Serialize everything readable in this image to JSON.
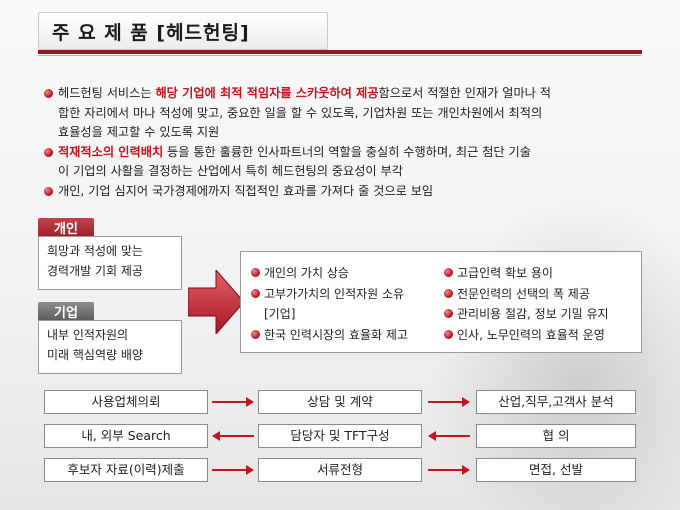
{
  "title": "주 요 제 품 [헤드헌팅]",
  "bullets": [
    {
      "pre": "헤드헌팅 서비스는 ",
      "highlight": "해당 기업에 최적 적임자를 스카웃하여 제공",
      "post": "함으로서 적절한 인재가 얼마나 적",
      "cont": [
        "합한 자리에서 마나 적성에 맞고, 중요한 일을 할 수 있도록, 기업차원 또는 개인차원에서 최적의",
        "효율성을 제고할 수 있도록 지원"
      ]
    },
    {
      "pre": "",
      "highlight": "적재적소의 인력배치",
      "post": " 등을 통한 훌륭한 인사파트너의 역할을 충실히 수행하며, 최근 첨단 기술",
      "cont": [
        "이 기업의 사활을 결정하는 산업에서 특히 헤드헌팅의 중요성이 부각"
      ]
    },
    {
      "pre": "개인, 기업 심지어 국가경제에까지 직접적인 효과를 가져다 줄 것으로 보임",
      "highlight": "",
      "post": "",
      "cont": []
    }
  ],
  "left": {
    "personal_tab": "개인",
    "personal_lines": [
      "희망과 적성에 맞는",
      "경력개발 기회 제공"
    ],
    "company_tab": "기업",
    "company_lines": [
      "내부 인적자원의",
      "미래 핵심역량 배양"
    ]
  },
  "benefits": {
    "left": [
      "개인의 가치 상승",
      "고부가가치의 인적자원 소유",
      "[기업]",
      "한국 인력시장의 효율화 제고"
    ],
    "right": [
      "고급인력 확보 용이",
      "전문인력의 선택의 폭 제공",
      "관리비용 절감, 정보 기밀 유지",
      "인사,  노무인력의 효율적 운영"
    ]
  },
  "process": {
    "row1": [
      "사용업체의뢰",
      "상담 및 계약",
      "산업,직무,고객사 분석"
    ],
    "row2": [
      "내, 외부 Search",
      "담당자 및 TFT구성",
      "협    의"
    ],
    "row3": [
      "후보자 자료(이력)제출",
      "서류전형",
      "면접, 선발"
    ]
  },
  "colors": {
    "accent": "#c4141e",
    "tab_red": "#8e1a23",
    "tab_gray": "#5a5a5a"
  }
}
